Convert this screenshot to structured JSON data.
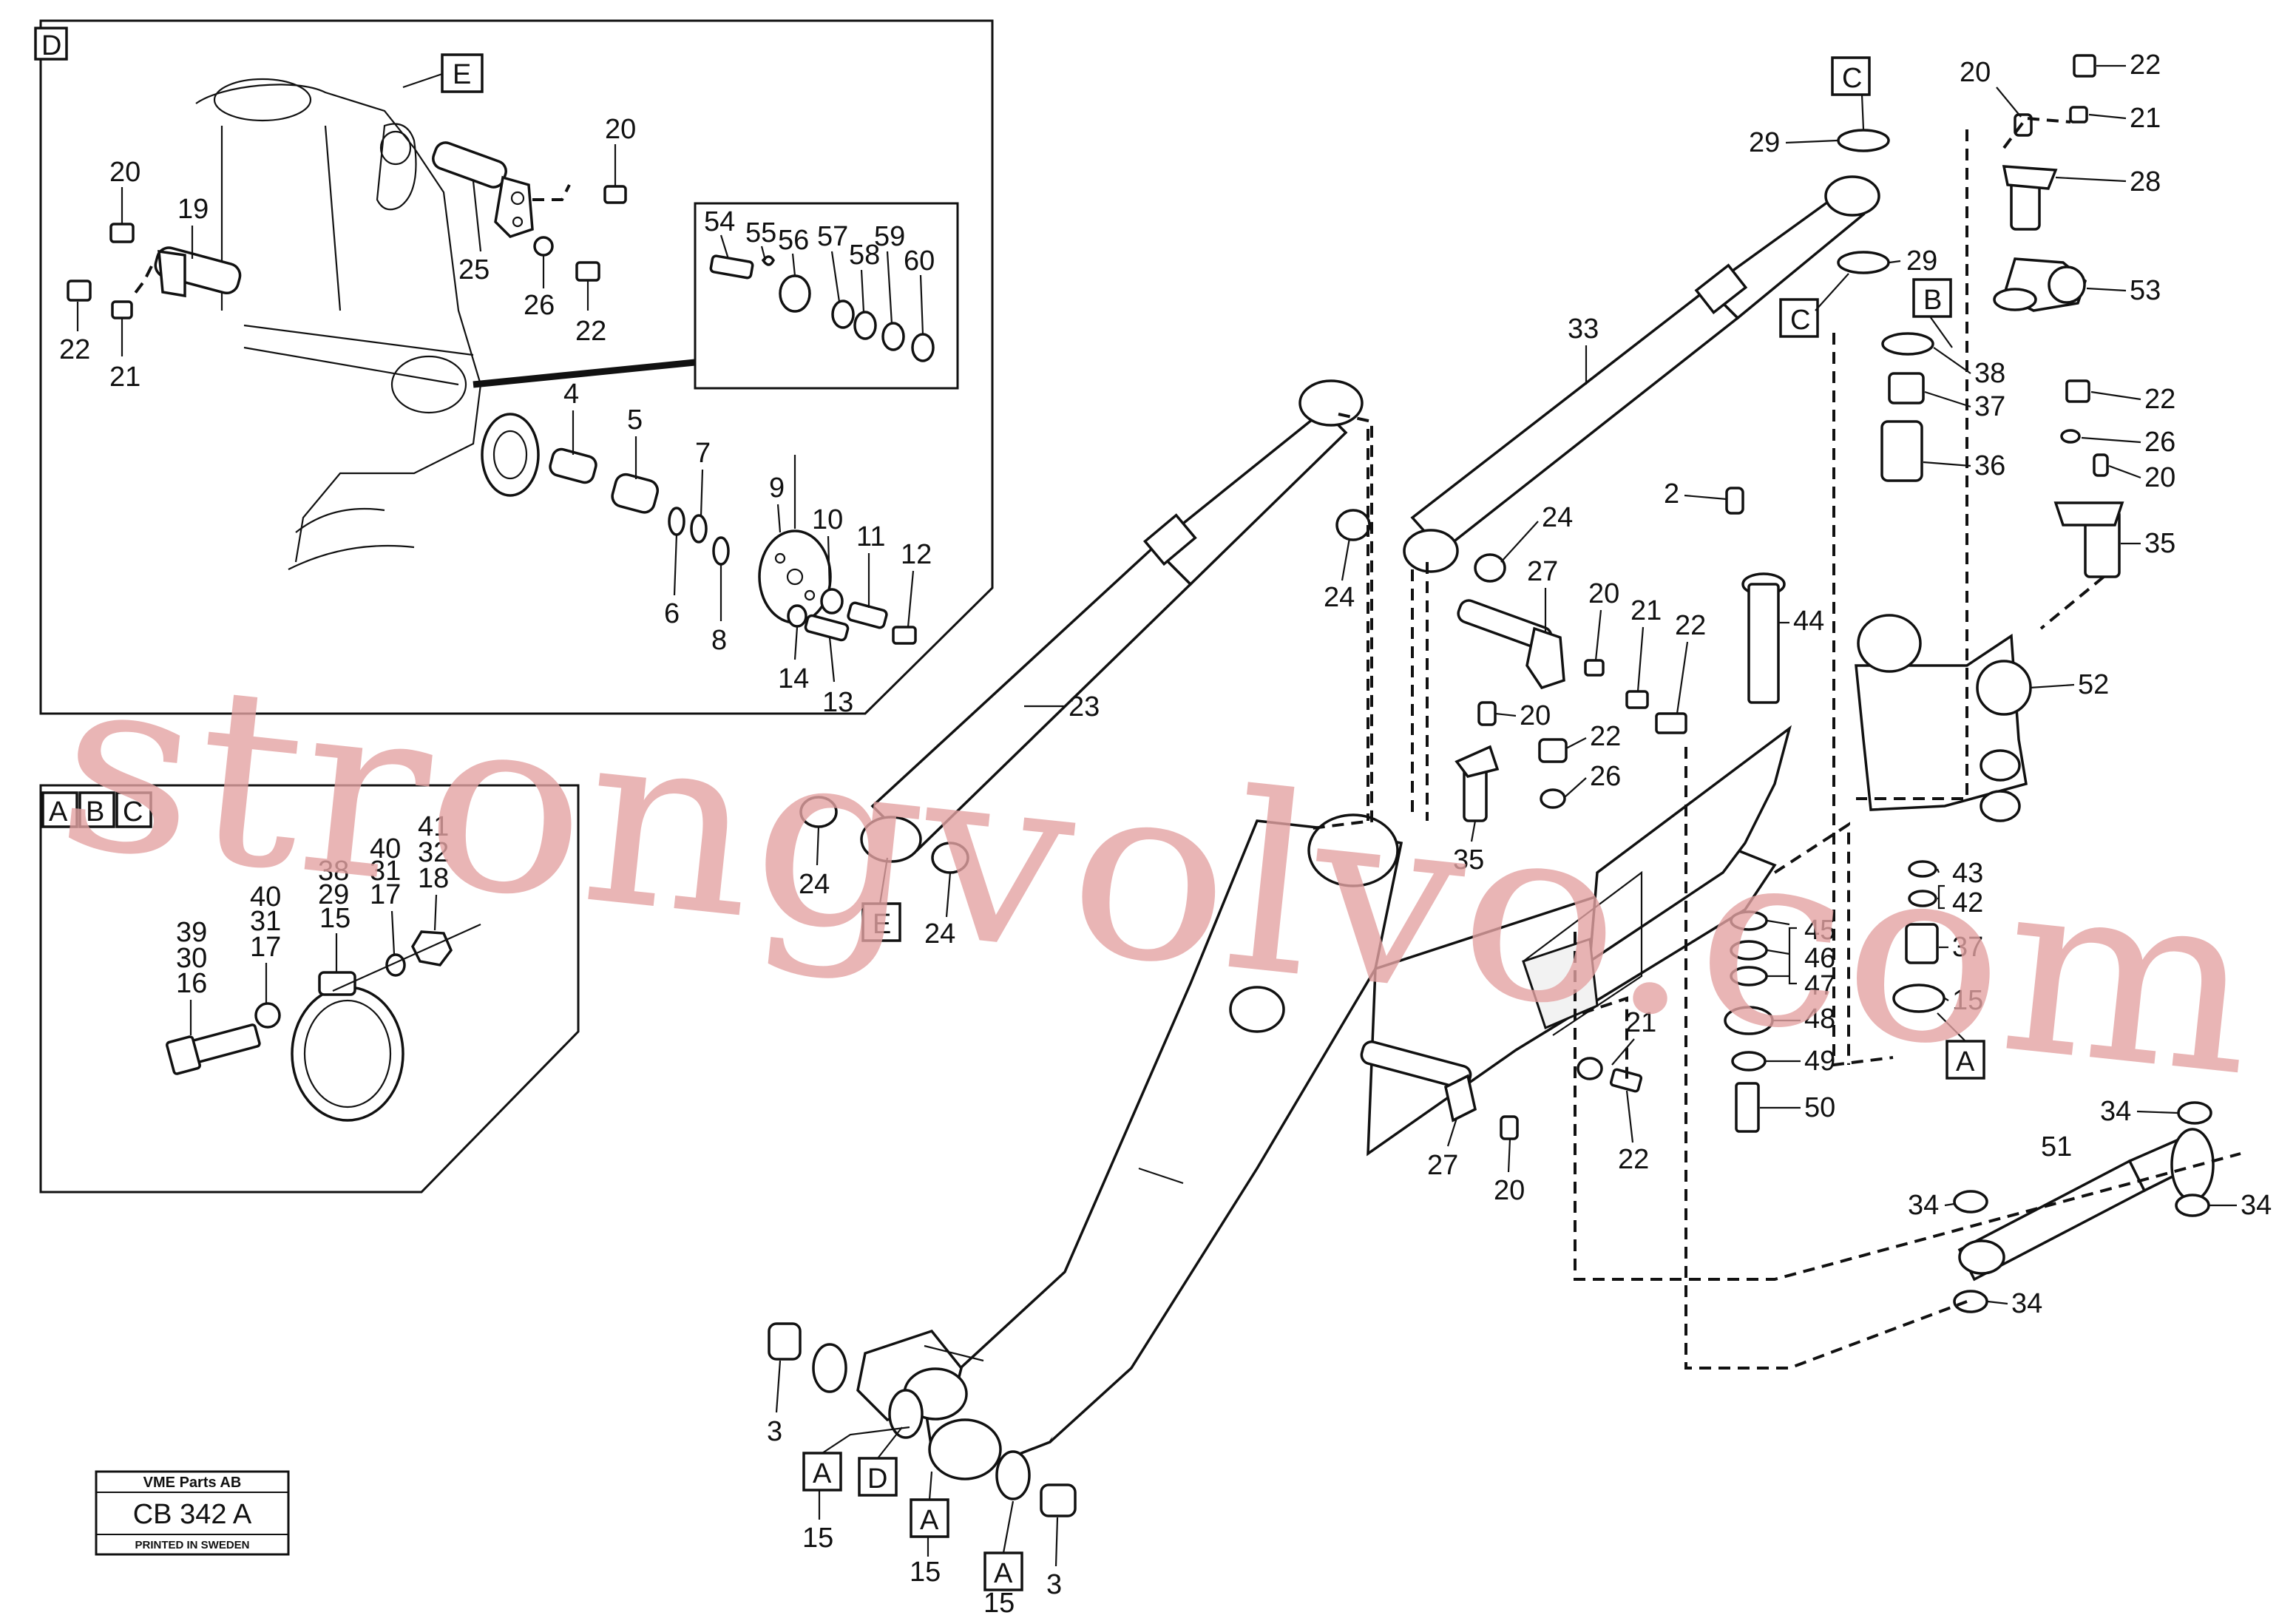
{
  "detail_labels": {
    "D": "D",
    "E": "E",
    "A": "A",
    "B": "B",
    "C": "C"
  },
  "callouts": {
    "n2": "2",
    "n3": "3",
    "n4": "4",
    "n5": "5",
    "n6": "6",
    "n7": "7",
    "n8": "8",
    "n9": "9",
    "n10": "10",
    "n11": "11",
    "n12": "12",
    "n13": "13",
    "n14": "14",
    "n15": "15",
    "n16": "16",
    "n17": "17",
    "n18": "18",
    "n19": "19",
    "n20": "20",
    "n21": "21",
    "n22": "22",
    "n23": "23",
    "n24": "24",
    "n25": "25",
    "n26": "26",
    "n27": "27",
    "n28": "28",
    "n29": "29",
    "n30": "30",
    "n31": "31",
    "n32": "32",
    "n33": "33",
    "n34": "34",
    "n35": "35",
    "n36": "36",
    "n37": "37",
    "n38": "38",
    "n39": "39",
    "n40": "40",
    "n41": "41",
    "n42": "42",
    "n43": "43",
    "n44": "44",
    "n45": "45",
    "n46": "46",
    "n47": "47",
    "n48": "48",
    "n49": "49",
    "n50": "50",
    "n51": "51",
    "n52": "52",
    "n53": "53",
    "n54": "54",
    "n55": "55",
    "n56": "56",
    "n57": "57",
    "n58": "58",
    "n59": "59",
    "n60": "60"
  },
  "stamp": {
    "company": "VME Parts AB",
    "code": "CB 342 A",
    "printed": "PRINTED IN SWEDEN"
  },
  "watermark": "strongvolvo.com",
  "colors": {
    "line": "#111111",
    "watermark": "#e4a3a3",
    "background": "#ffffff"
  }
}
